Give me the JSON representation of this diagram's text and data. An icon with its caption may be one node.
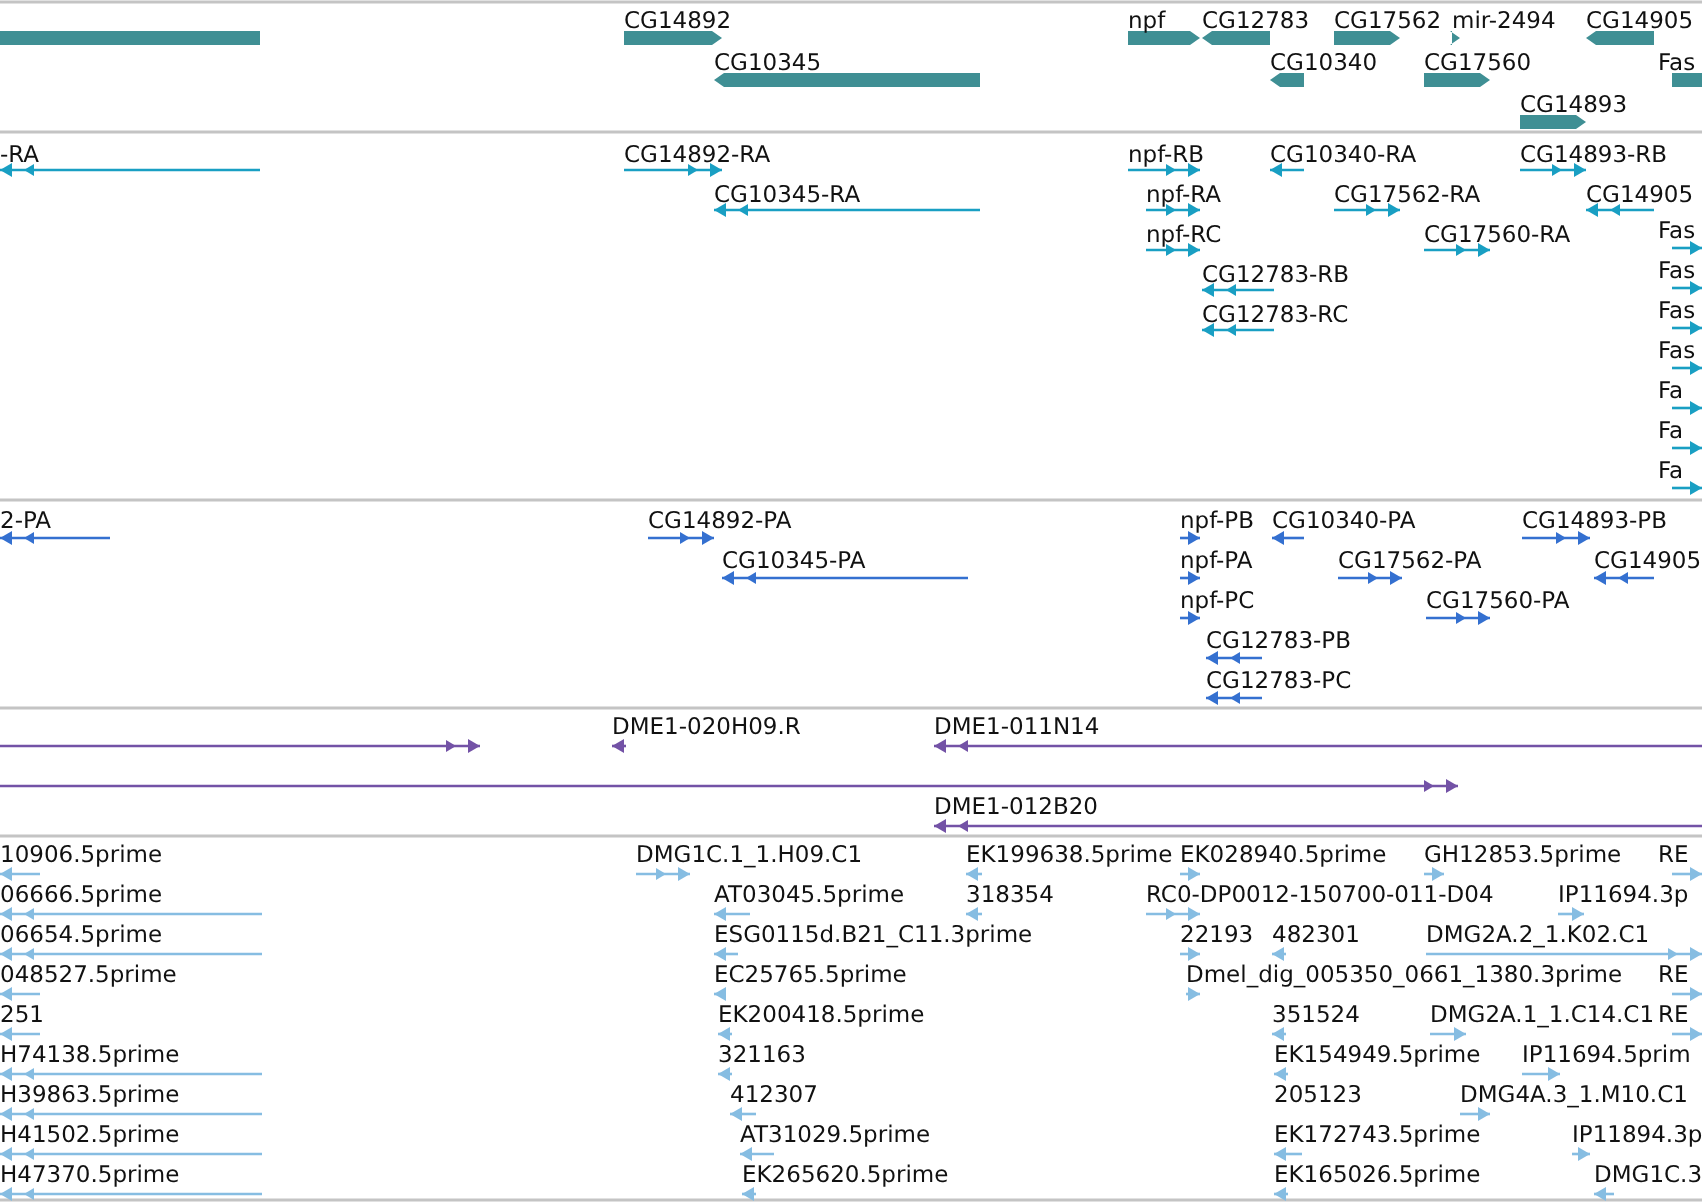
{
  "diagram": {
    "labels": [
      "CG14892",
      "CG10345",
      "npf",
      "CG12783",
      "CG17562",
      "mir-2494",
      "CG14905",
      "CG10340",
      "CG17560",
      "Fas",
      "CG14893",
      "-RA",
      "CG14892-RA",
      "CG10345-RA",
      "npf-RB",
      "npf-RA",
      "npf-RC",
      "CG12783-RB",
      "CG12783-RC",
      "CG10340-RA",
      "CG17562-RA",
      "CG17560-RA",
      "CG14893-RB",
      "CG14905",
      "Fas",
      "Fas",
      "Fas",
      "Fas",
      "Fa",
      "Fa",
      "Fa",
      "2-PA",
      "CG14892-PA",
      "CG10345-PA",
      "npf-PB",
      "npf-PA",
      "npf-PC",
      "CG12783-PB",
      "CG12783-PC",
      "CG10340-PA",
      "CG17562-PA",
      "CG17560-PA",
      "CG14893-PB",
      "CG14905",
      "DME1-020H09.R",
      "DME1-011N14",
      "DME1-012B20",
      "10906.5prime",
      "06666.5prime",
      "06654.5prime",
      "048527.5prime",
      "251",
      "H74138.5prime",
      "H39863.5prime",
      "H41502.5prime",
      "H47370.5prime",
      "DMG1C.1_1.H09.C1",
      "AT03045.5prime",
      "ESG0115d.B21_C11.3prime",
      "EC25765.5prime",
      "EK200418.5prime",
      "321163",
      "412307",
      "AT31029.5prime",
      "EK265620.5prime",
      "EK199638.5prime",
      "318354",
      "EK028940.5prime",
      "RC0-DP0012-150700-011-D04",
      "22193",
      "482301",
      "Dmel_dig_005350_0661_1380.3prime",
      "351524",
      "EK154949.5prime",
      "205123",
      "EK172743.5prime",
      "EK165026.5prime",
      "GH12853.5prime",
      "IP11694.3p",
      "DMG2A.2_1.K02.C1",
      "RE",
      "RE",
      "DMG2A.1_1.C14.C1",
      "RE",
      "IP11694.5prim",
      "DMG4A.3_1.M10.C1",
      "IP11894.3p",
      "DMG1C.3"
    ]
  }
}
